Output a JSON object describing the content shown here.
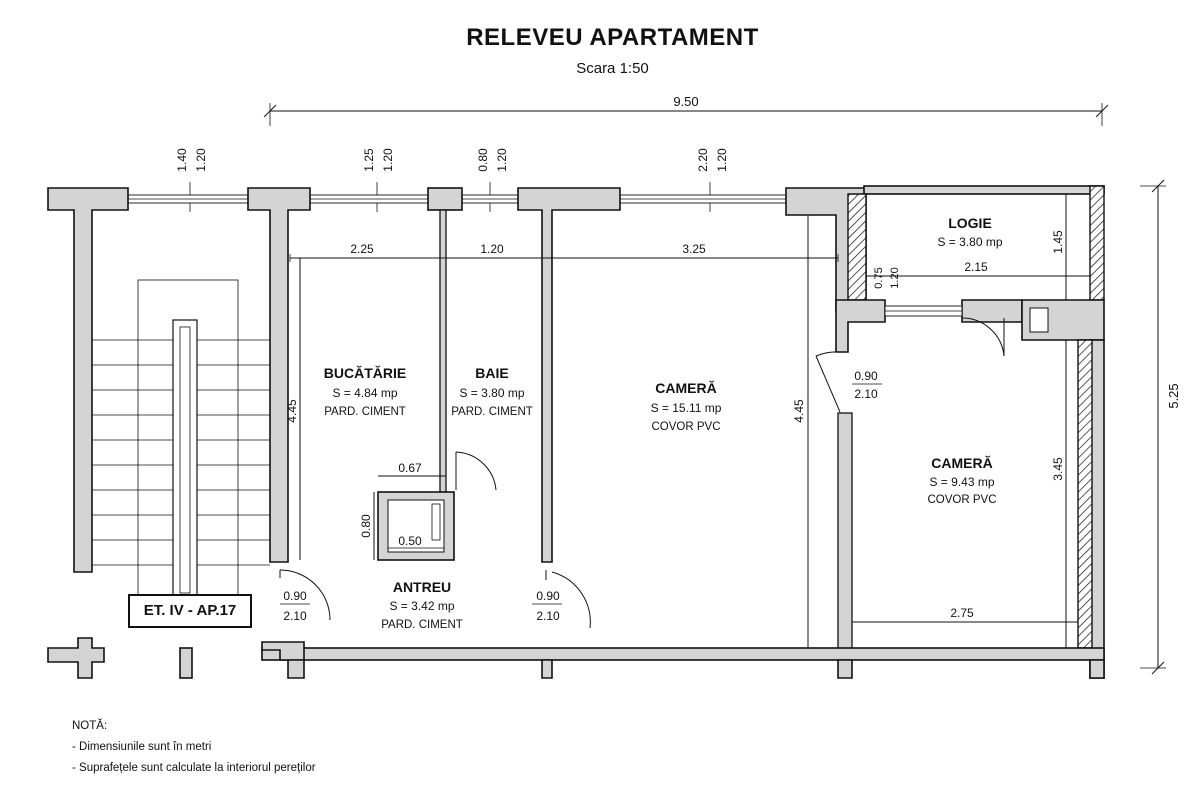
{
  "title": "RELEVEU APARTAMENT",
  "subtitle": "Scara 1:50",
  "apartment_label": "ET. IV - AP.17",
  "notes": {
    "heading": "NOTĂ:",
    "lines": [
      "- Dimensiunile sunt în metri",
      "- Suprafețele sunt calculate la interiorul pereților"
    ]
  },
  "rooms": {
    "bucatarie": {
      "name": "BUCĂTĂRIE",
      "area": "S = 4.84 mp",
      "floor": "PARD. CIMENT"
    },
    "baie": {
      "name": "BAIE",
      "area": "S = 3.80 mp",
      "floor": "PARD. CIMENT"
    },
    "camera_mare": {
      "name": "CAMERĂ",
      "area": "S = 15.11 mp",
      "floor": "COVOR PVC"
    },
    "logie": {
      "name": "LOGIE",
      "area": "S = 3.80 mp"
    },
    "camera_mica": {
      "name": "CAMERĂ",
      "area": "S = 9.43 mp",
      "floor": "COVOR PVC"
    },
    "antreu": {
      "name": "ANTREU",
      "area": "S = 3.42 mp",
      "floor": "PARD. CIMENT"
    }
  },
  "dimensions": {
    "total_width": "9.50",
    "total_height": "5.25",
    "win1_width": "1.40",
    "win1_height": "1.20",
    "win2_width": "1.25",
    "win2_height": "1.20",
    "win3_width": "0.80",
    "win3_height": "1.20",
    "win4_width": "2.20",
    "win4_height": "1.20",
    "bucatarie_width": "2.25",
    "baie_width": "1.20",
    "camera_width": "3.25",
    "bucatarie_depth": "4.45",
    "camera_depth": "4.45",
    "logie_width": "2.15",
    "logie_depth": "1.45",
    "logie_door_w": "0.75",
    "logie_door_h": "1.20",
    "camera2_depth": "3.45",
    "camera2_width": "2.75",
    "door_camera_w": "0.90",
    "door_camera_h": "2.10",
    "door_entry_w": "0.90",
    "door_entry_h": "2.10",
    "door_bucatarie_w": "0.90",
    "door_bucatarie_h": "2.10",
    "shaft_outer_w": "0.67",
    "shaft_outer_h": "0.80",
    "shaft_inner_w": "0.50"
  }
}
